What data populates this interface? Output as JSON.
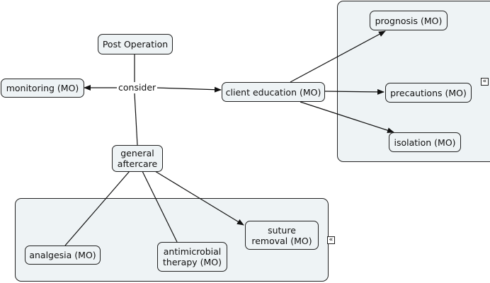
{
  "nodes": {
    "post_operation": "Post Operation",
    "monitoring": "monitoring (MO)",
    "client_education": "client education (MO)",
    "prognosis": "prognosis (MO)",
    "precautions": "precautions (MO)",
    "isolation": "isolation (MO)",
    "general_aftercare_1": "general",
    "general_aftercare_2": "aftercare",
    "suture_removal_1": "suture",
    "suture_removal_2": "removal (MO)",
    "analgesia": "analgesia (MO)",
    "antimicrobial_1": "antimicrobial",
    "antimicrobial_2": "therapy (MO)"
  },
  "links": {
    "consider": "consider"
  },
  "icons": {
    "collapse_right_group": "double-chevron-left-icon",
    "collapse_bottom_group": "double-chevron-left-icon"
  }
}
